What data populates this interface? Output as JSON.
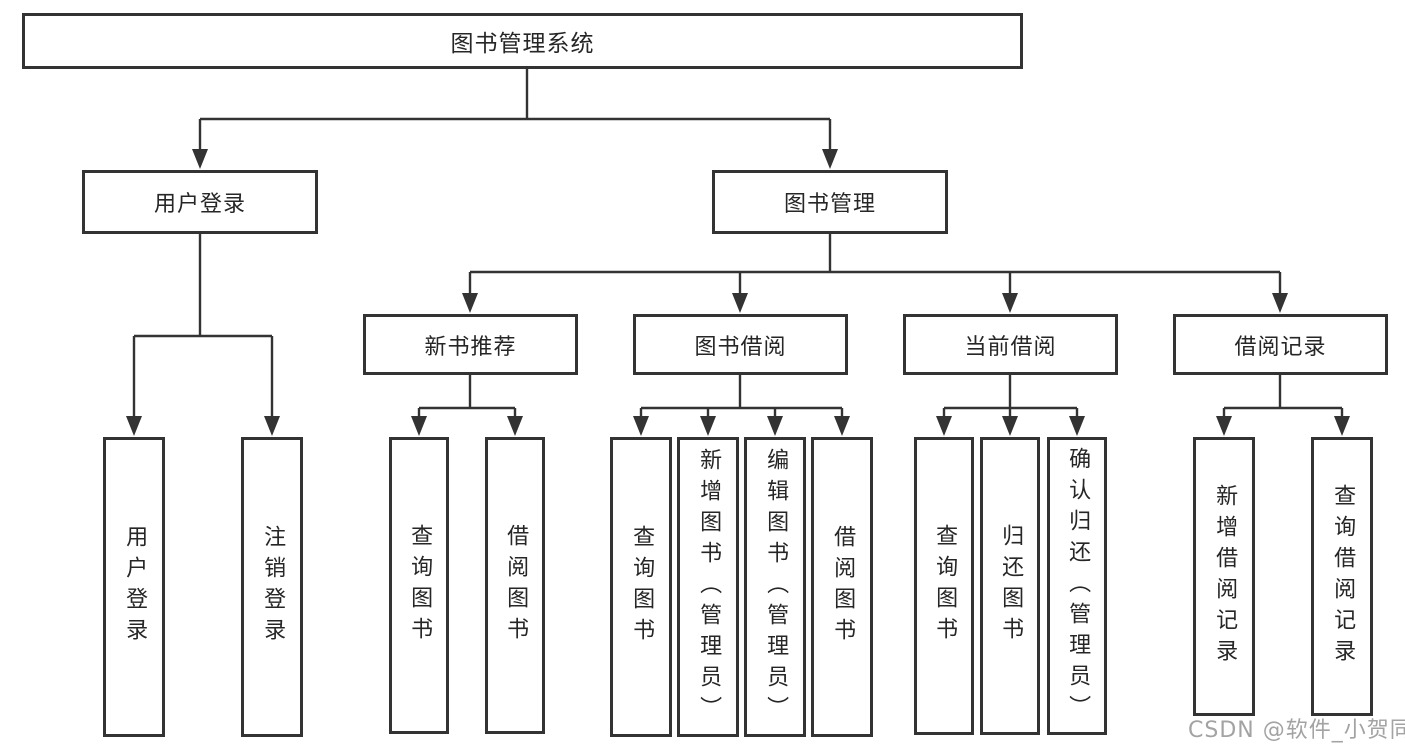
{
  "diagram": {
    "root": {
      "label": "图书管理系统"
    },
    "branches": [
      {
        "label": "用户登录",
        "children": [
          {
            "label": "用户登录"
          },
          {
            "label": "注销登录"
          }
        ]
      },
      {
        "label": "图书管理",
        "children": [
          {
            "label": "新书推荐",
            "children": [
              {
                "label": "查询图书"
              },
              {
                "label": "借阅图书"
              }
            ]
          },
          {
            "label": "图书借阅",
            "children": [
              {
                "label": "查询图书"
              },
              {
                "label": "新增图书（管理员）"
              },
              {
                "label": "编辑图书（管理员）"
              },
              {
                "label": "借阅图书"
              }
            ]
          },
          {
            "label": "当前借阅",
            "children": [
              {
                "label": "查询图书"
              },
              {
                "label": "归还图书"
              },
              {
                "label": "确认归还（管理员）"
              }
            ]
          },
          {
            "label": "借阅记录",
            "children": [
              {
                "label": "新增借阅记录"
              },
              {
                "label": "查询借阅记录"
              }
            ]
          }
        ]
      }
    ]
  },
  "watermark": {
    "text": "CSDN @软件_小贺同学"
  },
  "colors": {
    "line": "#333333",
    "box_border": "#333333",
    "box_fill": "#ffffff",
    "text": "#262626",
    "watermark": "#a3a3a3",
    "background": "#ffffff"
  }
}
